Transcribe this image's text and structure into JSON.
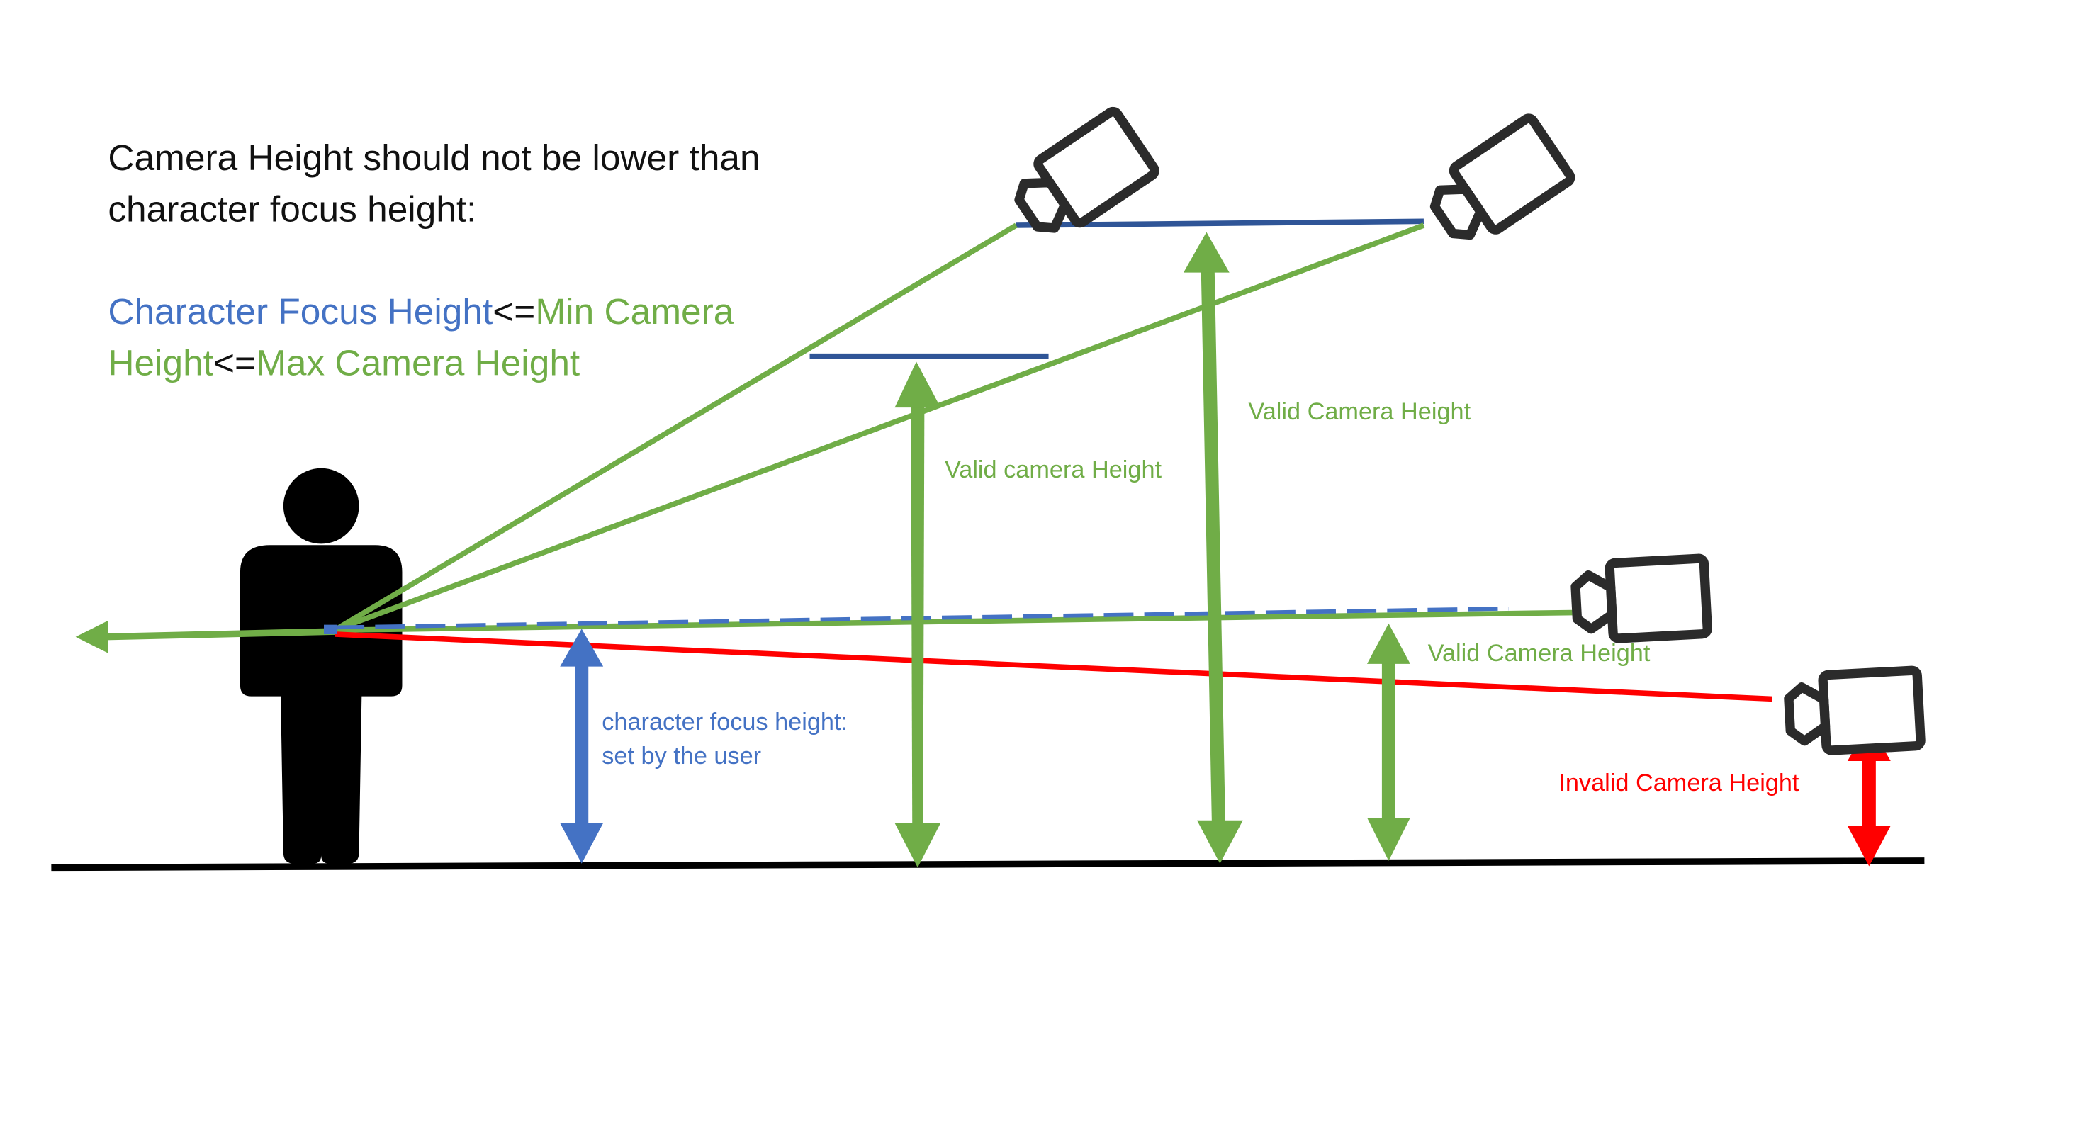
{
  "colors": {
    "black": "#000000",
    "green": "#70ad47",
    "blue": "#4472c4",
    "dark_blue": "#2f5597",
    "red": "#ff0000",
    "camera_outline": "#2b2b2b"
  },
  "title": {
    "line1": "Camera Height should not be lower than",
    "line2": "character focus height:"
  },
  "formula": {
    "focus": "Character Focus Height",
    "op1": "<=",
    "min_a": "Min Camera",
    "min_b": "Height",
    "op2": "<=",
    "max": "Max Camera Height"
  },
  "labels": {
    "focus_height_1": "character focus height:",
    "focus_height_2": "set by the user",
    "valid_min": "Valid camera Height",
    "valid_max": "Valid Camera Height",
    "valid_level": "Valid Camera Height",
    "invalid": "Invalid Camera Height"
  },
  "icons": [
    "person-icon",
    "camera-icon"
  ]
}
